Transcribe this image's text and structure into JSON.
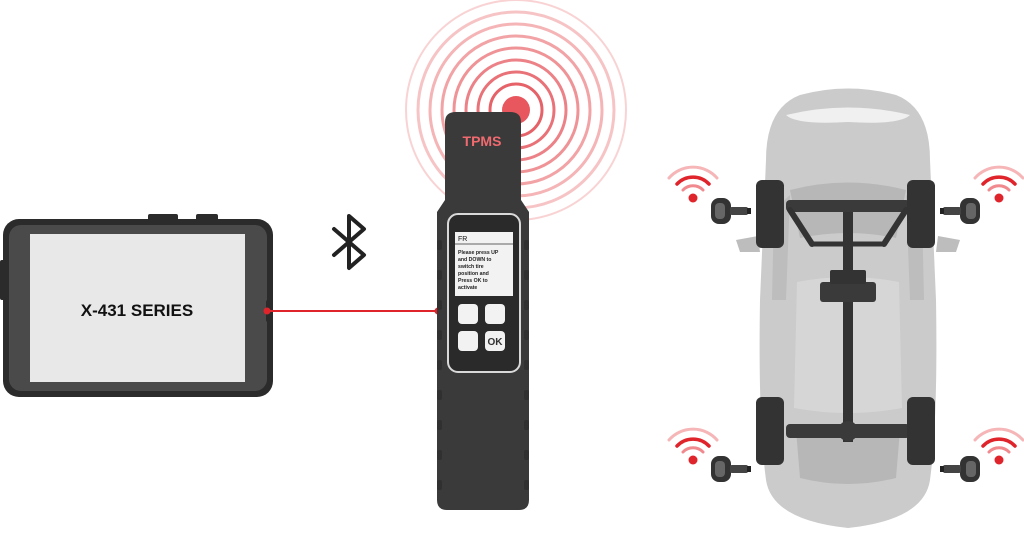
{
  "tablet": {
    "label": "X-431 SERIES"
  },
  "tool": {
    "brand": "TPMS",
    "screen_header": "FR",
    "screen_lines": [
      "Please press UP",
      "and DOWN to",
      "switch tire",
      "position and",
      "Press OK to",
      "activate"
    ],
    "ok_label": "OK"
  },
  "connection": {
    "icon": "bluetooth-icon"
  },
  "icons": {
    "signal": "wifi-signal-icon",
    "sensor": "tire-sensor-icon"
  },
  "colors": {
    "accent_red": "#e0242c",
    "device_body": "#3a3a3a",
    "car_body": "#c8c8c8",
    "wheel": "#333333"
  }
}
